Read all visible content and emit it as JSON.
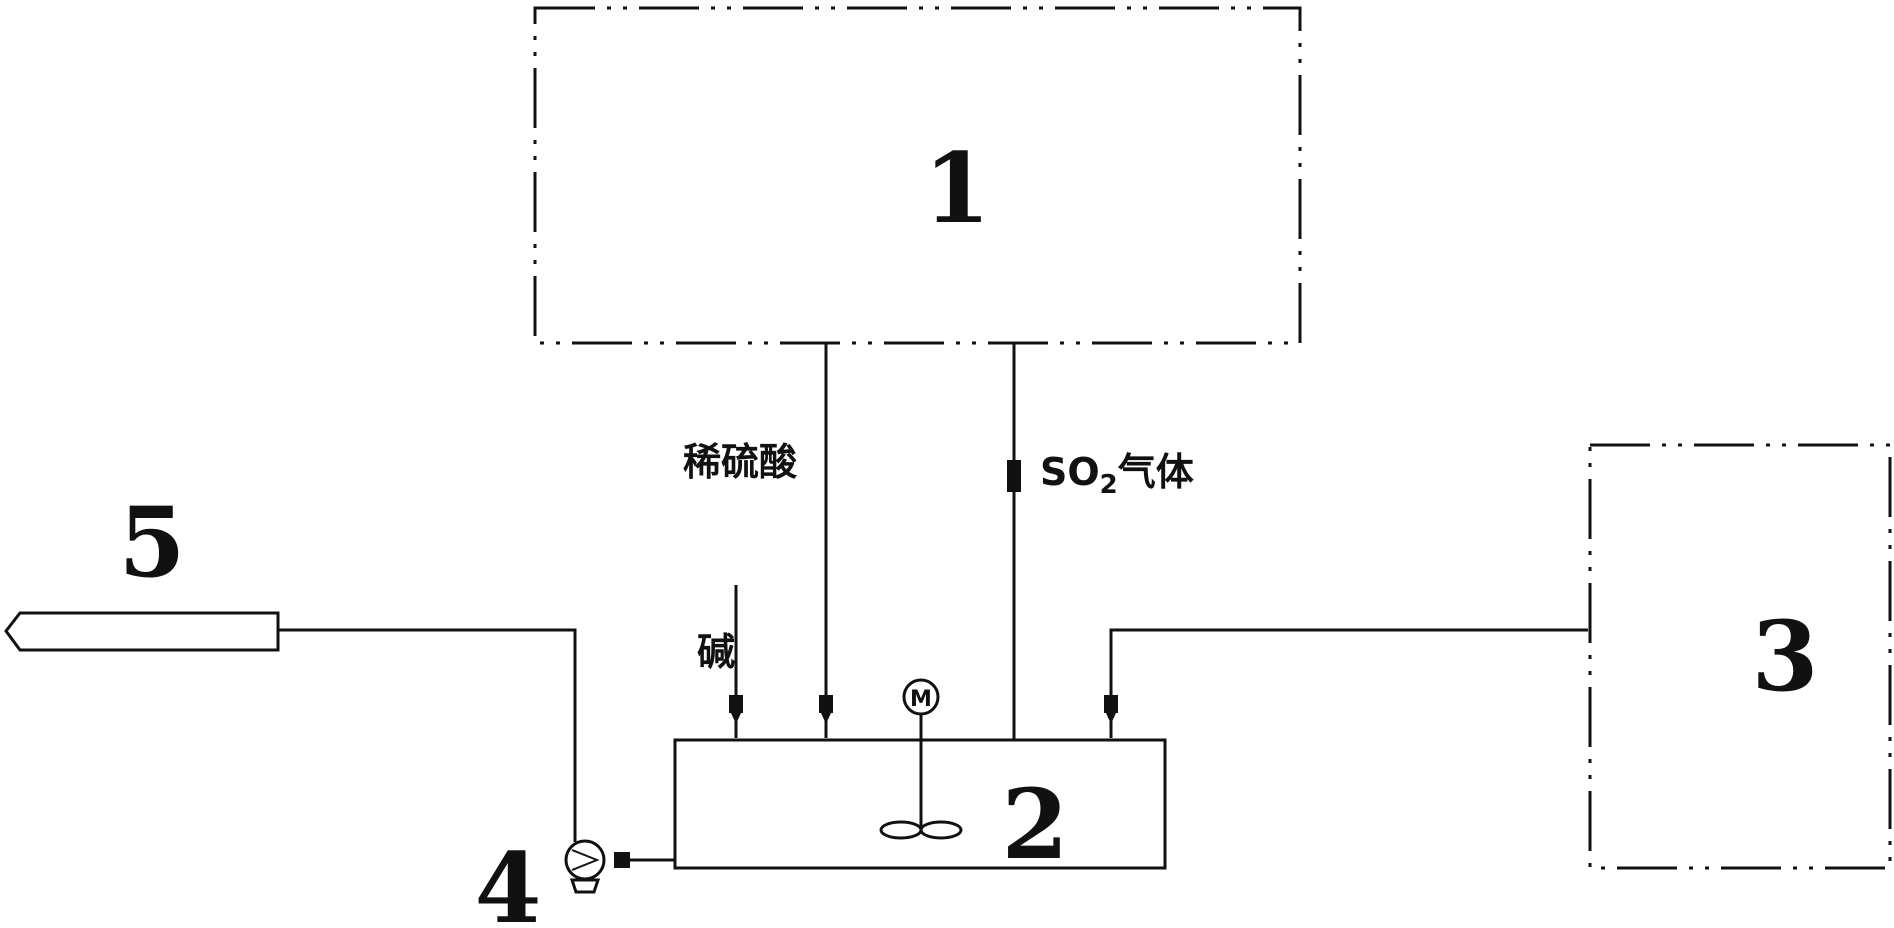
{
  "units": {
    "unit1": {
      "number": "1"
    },
    "unit2": {
      "number": "2"
    },
    "unit3": {
      "number": "3"
    },
    "unit4": {
      "number": "4"
    },
    "unit5": {
      "number": "5"
    }
  },
  "streams": {
    "dilute_acid": "稀硫酸",
    "so2_gas": "SO2气体",
    "so2_formula_main": "SO",
    "so2_formula_sub": "2",
    "so2_suffix": "气体",
    "alkali": "碱"
  },
  "motor": {
    "symbol": "M"
  },
  "colors": {
    "line": "#111111",
    "background": "#ffffff"
  }
}
